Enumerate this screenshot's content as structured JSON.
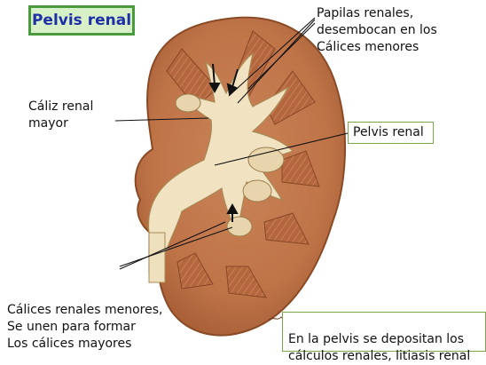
{
  "title": "Pelvis renal",
  "labels": {
    "papilas": "Papilas renales,\ndesembocan en los\nCálices menores",
    "caliz_mayor": "Cáliz renal\nmayor",
    "pelvis": "Pelvis renal",
    "calices_menores": "Cálices renales menores,\nSe unen para formar\nLos cálices mayores",
    "nota": "En la pelvis se depositan los\ncálculos renales, litiasis renal"
  },
  "colors": {
    "title_text": "#1f2fa6",
    "title_bg": "#d8f0c8",
    "title_border": "#4a9b3e",
    "cortex": "#c0774a",
    "medulla": "#b4673d",
    "pelvis": "#f1e2c1"
  }
}
